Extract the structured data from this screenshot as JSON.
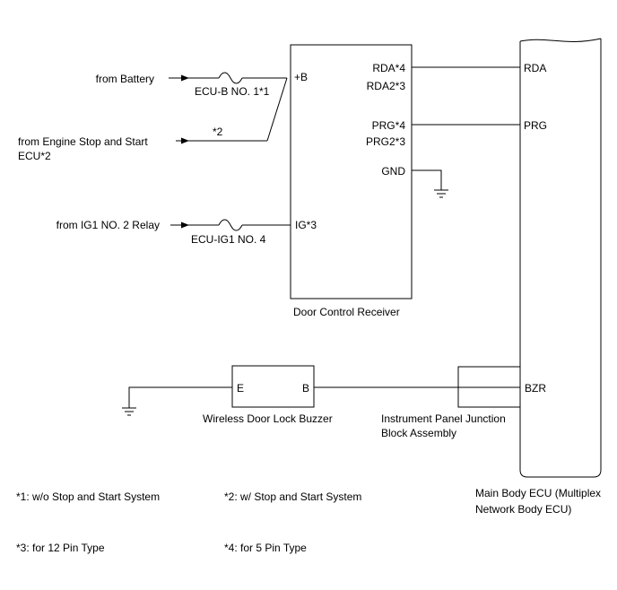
{
  "sources": {
    "battery": "from Battery",
    "engine_line1": "from Engine Stop and Start",
    "engine_line2": "ECU*2",
    "ig1": "from IG1 NO. 2 Relay"
  },
  "fuses": {
    "ecu_b": "ECU-B NO. 1*1",
    "ecu_ig1": "ECU-IG1 NO. 4"
  },
  "wire_note": "*2",
  "door_control_receiver": {
    "name": "Door Control Receiver",
    "pins": {
      "plus_b": "+B",
      "ig": "IG*3",
      "rda": "RDA*4",
      "rda2": "RDA2*3",
      "prg": "PRG*4",
      "prg2": "PRG2*3",
      "gnd": "GND"
    }
  },
  "main_body_ecu": {
    "name_line1": "Main Body ECU (Multiplex",
    "name_line2": "Network Body ECU)",
    "pins": {
      "rda": "RDA",
      "prg": "PRG",
      "bzr": "BZR"
    }
  },
  "buzzer": {
    "name": "Wireless Door Lock Buzzer",
    "pins": {
      "e": "E",
      "b": "B"
    }
  },
  "junction_block": {
    "name_line1": "Instrument Panel Junction",
    "name_line2": "Block Assembly"
  },
  "notes": {
    "n1": "*1: w/o Stop and Start System",
    "n2": "*2: w/ Stop and Start System",
    "n3": "*3: for 12 Pin Type",
    "n4": "*4: for 5 Pin Type"
  }
}
